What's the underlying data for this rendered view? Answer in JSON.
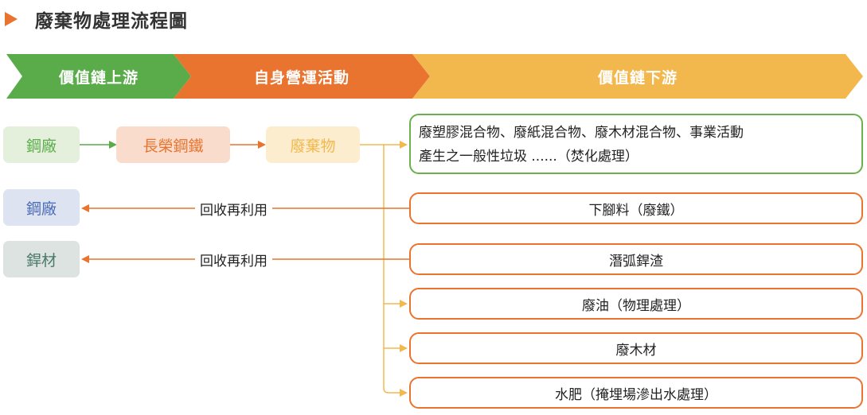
{
  "title": "廢棄物處理流程圖",
  "bands": [
    {
      "label": "價值鏈上游",
      "color": "#5aac4a"
    },
    {
      "label": "自身營運活動",
      "color": "#e8742f"
    },
    {
      "label": "價值鏈下游",
      "color": "#f2b84e"
    }
  ],
  "nodes": {
    "steel_factory_1": {
      "label": "鋼廠",
      "bg": "#e4f0dc",
      "fg": "#5aac4a"
    },
    "changrong_steel": {
      "label": "長榮鋼鐵",
      "bg": "#fadccc",
      "fg": "#e8742f"
    },
    "waste": {
      "label": "廢棄物",
      "bg": "#fcedcf",
      "fg": "#f2b84e"
    },
    "steel_factory_2": {
      "label": "鋼廠",
      "bg": "#dde3f1",
      "fg": "#4a6bb5"
    },
    "welding_material": {
      "label": "銲材",
      "bg": "#dde3e0",
      "fg": "#4a7a6a"
    }
  },
  "recycle_label": "回收再利用",
  "outputs": {
    "green_line1": "廢塑膠混合物、廢紙混合物、廢木材混合物、事業活動",
    "green_line2": "產生之一般性垃圾 ......（焚化處理）",
    "scrap": "下腳料（廢鐵）",
    "slag": "潛弧銲渣",
    "oil": "廢油（物理處理）",
    "wood": "廢木材",
    "sludge": "水肥（掩埋場滲出水處理）"
  },
  "colors": {
    "arrow_green": "#5aac4a",
    "arrow_orange": "#e8742f",
    "branch": "#f2b84e"
  }
}
